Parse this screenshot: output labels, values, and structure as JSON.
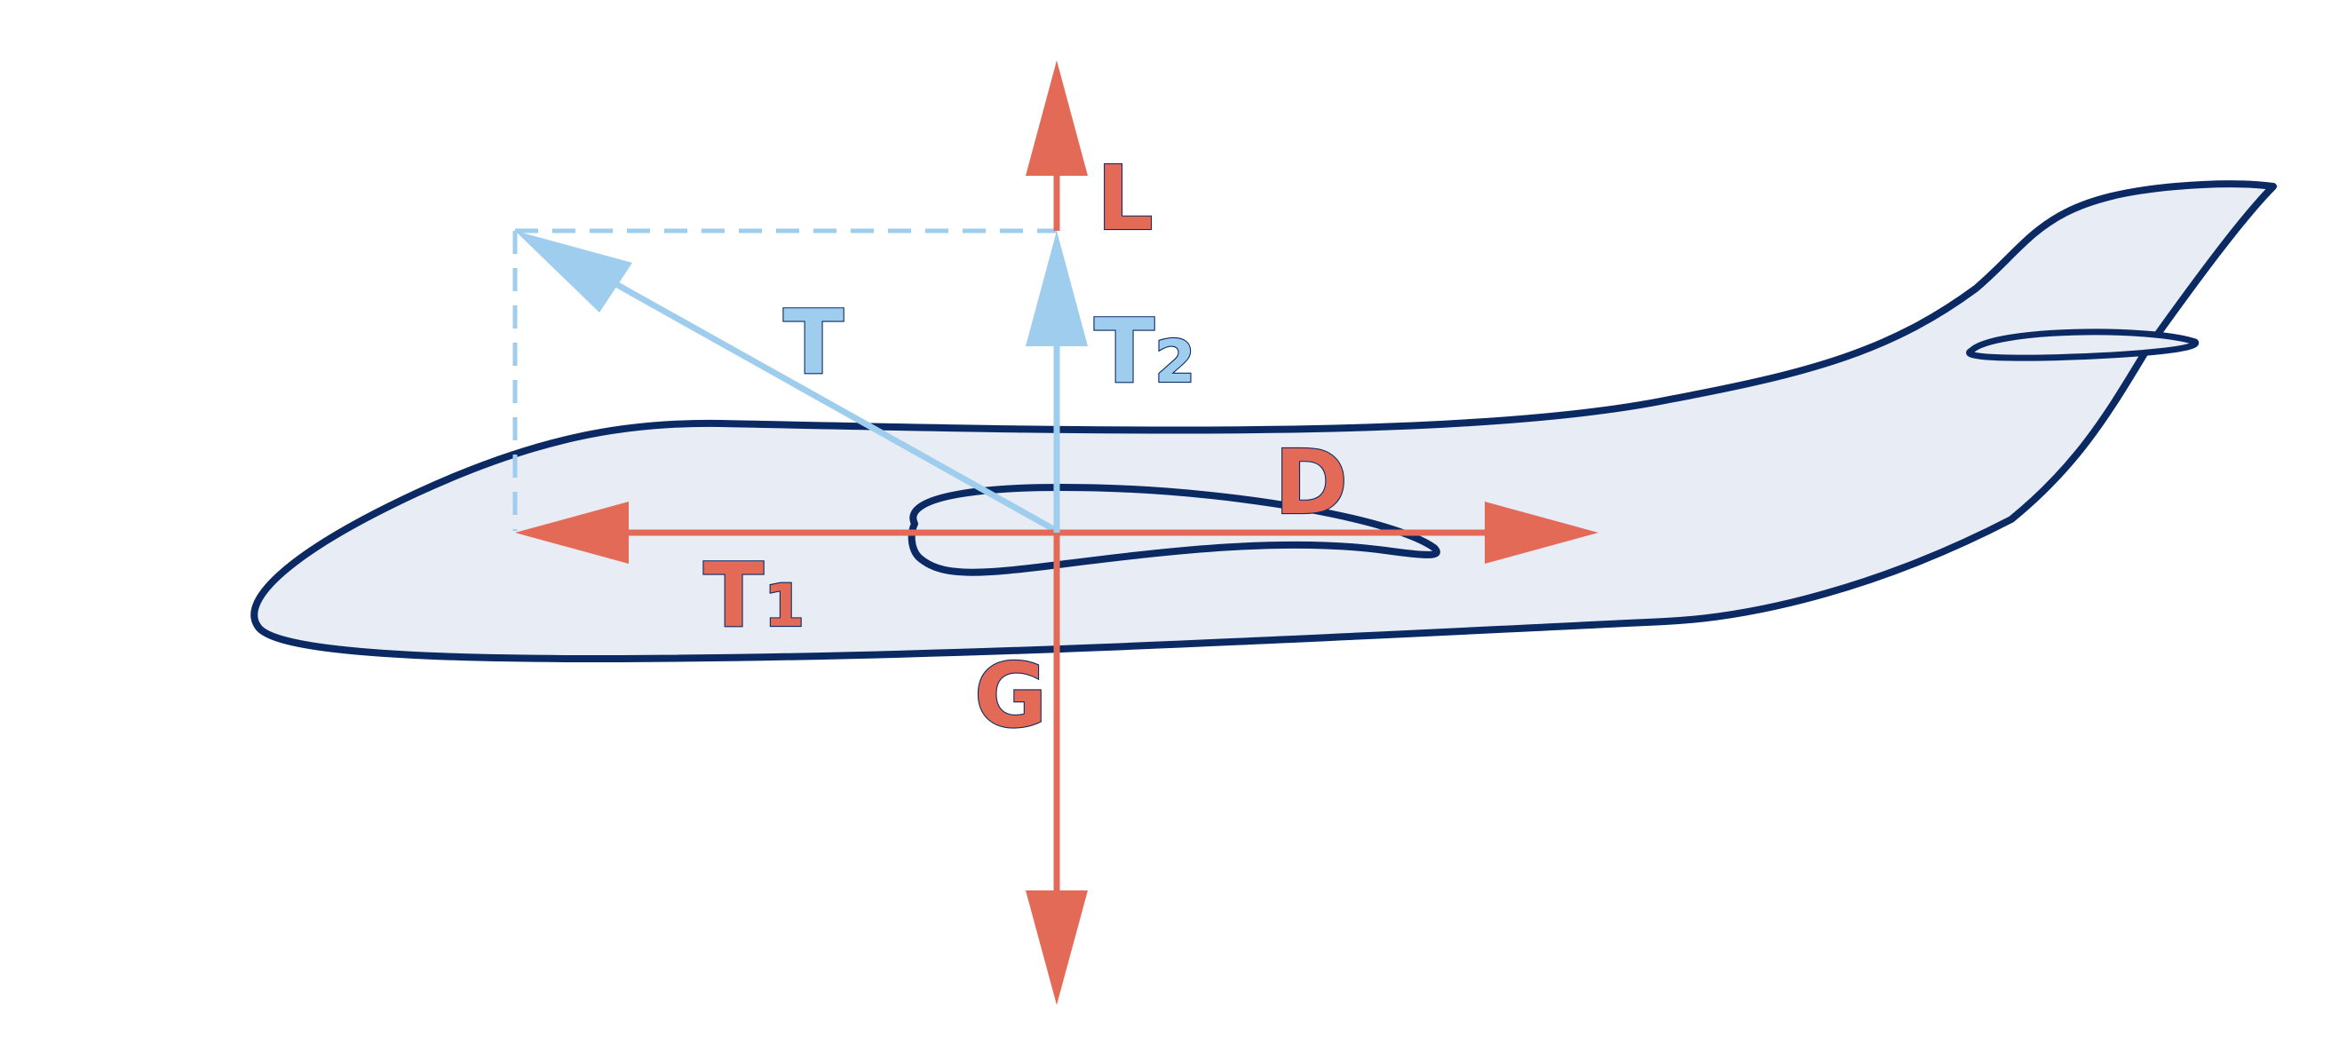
{
  "diagram": {
    "colors": {
      "outline": "#0b2a63",
      "fill": "#e8ecf5",
      "force": "#e46a58",
      "thrust": "#9fcdee"
    },
    "labels": {
      "lift": "L",
      "thrust": "T",
      "thrust_vertical_main": "T",
      "thrust_vertical_sub": "2",
      "drag": "D",
      "thrust_horizontal_main": "T",
      "thrust_horizontal_sub": "1",
      "gravity": "G"
    }
  }
}
